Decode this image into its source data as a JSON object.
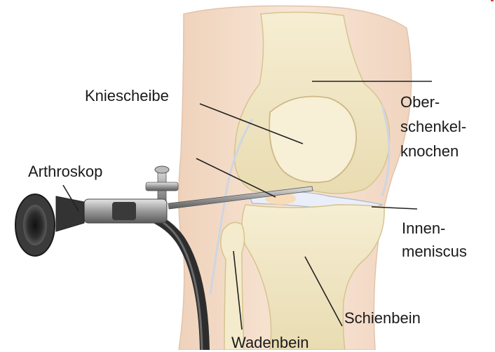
{
  "labels": {
    "kniescheibe": "Kniescheibe",
    "arthroskop": "Arthroskop",
    "oberschenkelknochen": [
      "Ober-",
      "schenkel-",
      "knochen"
    ],
    "innenmeniscus": [
      "Innen-",
      "meniscus"
    ],
    "schienbein": "Schienbein",
    "wadenbein": "Wadenbein"
  },
  "colors": {
    "skin": "#f4ddc8",
    "bone": "#f3e9c6",
    "meniscus": "#e9eef8",
    "scope_dark": "#2a2a2a",
    "scope_metal": "#b8b8b8",
    "leader": "#222222",
    "corner_mark": "#e23c3c"
  }
}
